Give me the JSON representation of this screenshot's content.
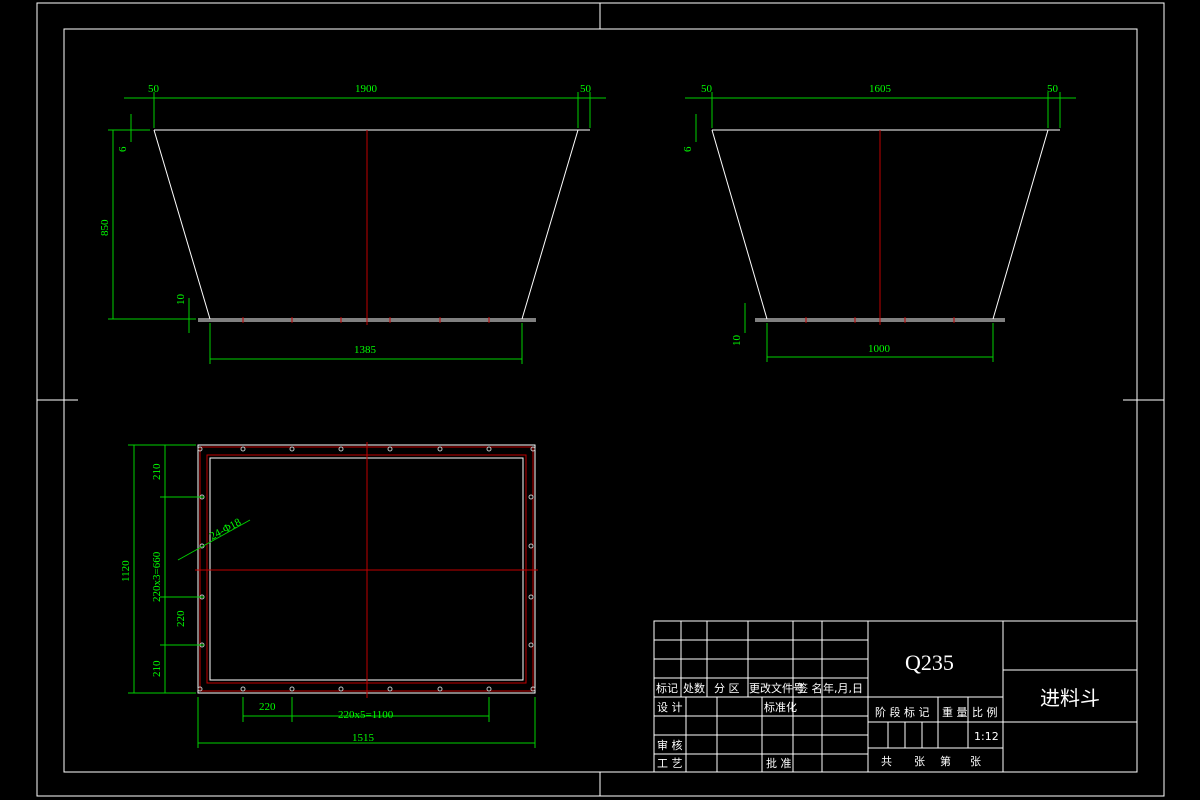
{
  "dimensions": {
    "front": {
      "left_flange": "50",
      "top_width": "1900",
      "right_flange": "50",
      "flange_thickness": "6",
      "height": "850",
      "bottom_thickness": "10",
      "bottom_width": "1385"
    },
    "side": {
      "left_flange": "50",
      "top_width": "1605",
      "right_flange": "50",
      "flange_thickness": "6",
      "bottom_thickness": "10",
      "bottom_width": "1000"
    },
    "plan": {
      "overall_height": "1120",
      "top_spacing": "210",
      "mid_spacing": "220x3=660",
      "lower_spacing": "220",
      "bottom_spacing": "210",
      "hole_note": "24-Φ18",
      "pitch": "220",
      "pitch_total": "220x5=1100",
      "overall_width": "1515"
    }
  },
  "title_block": {
    "material": "Q235",
    "part_name": "进料斗",
    "scale": "1:12",
    "header": [
      "标记",
      "处数",
      "分 区",
      "更改文件号",
      "签 名",
      "年,月,日"
    ],
    "design": "设 计",
    "standardize": "标准化",
    "review": "审 核",
    "process": "工 艺",
    "approve": "批 准",
    "stage_mark": "阶 段 标 记",
    "weight": "重 量",
    "ratio": "比 例",
    "sheet_total": "共",
    "sheet_label": "张",
    "sheet_no": "第",
    "sheet_label2": "张"
  }
}
